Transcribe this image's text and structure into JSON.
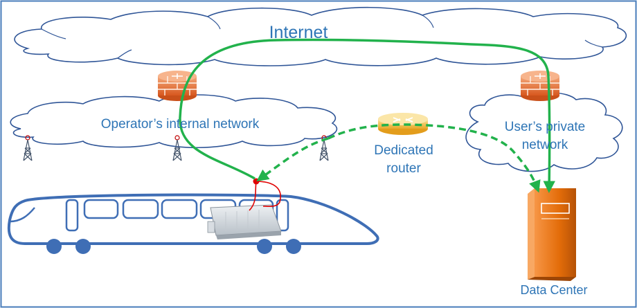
{
  "labels": {
    "internet": "Internet",
    "operator_network": "Operator’s internal network",
    "dedicated_router_line1": "Dedicated",
    "dedicated_router_line2": "router",
    "user_network_line1": "User’s private",
    "user_network_line2": "network",
    "data_center": "Data Center"
  },
  "colors": {
    "frame": "#4a7ebb",
    "label_blue": "#2e75b6",
    "cloud_stroke": "#2f5597",
    "path_green": "#22b24c",
    "firewall_orange": "#e8743b",
    "router_yellow": "#f6c94d",
    "server_orange": "#e36c09",
    "cable_red": "#e00000",
    "train_stroke": "#3f6eb5"
  },
  "icons": [
    "firewall-icon",
    "router-icon",
    "cell-tower-icon",
    "server-icon",
    "train-icon",
    "modem-icon"
  ]
}
